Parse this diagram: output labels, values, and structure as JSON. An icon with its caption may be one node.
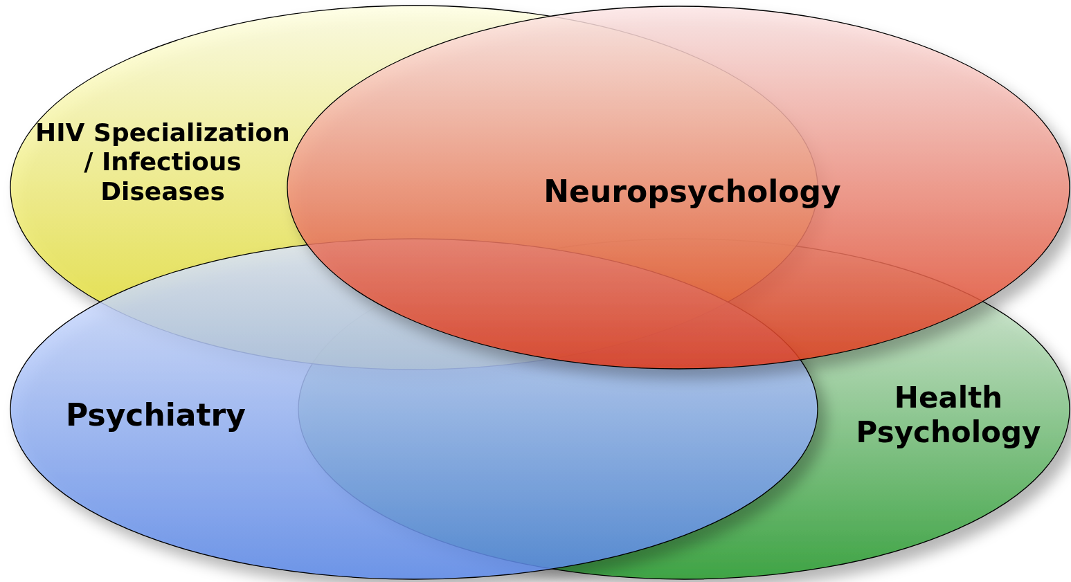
{
  "diagram": {
    "nodes": [
      {
        "text": [
          "HIV Specialization / Infectious Diseases"
        ]
      },
      {
        "text": [
          "Neuropsychology"
        ]
      },
      {
        "text": [
          "Psychiatry"
        ]
      },
      {
        "text": [
          "Health Psychology"
        ]
      }
    ]
  }
}
